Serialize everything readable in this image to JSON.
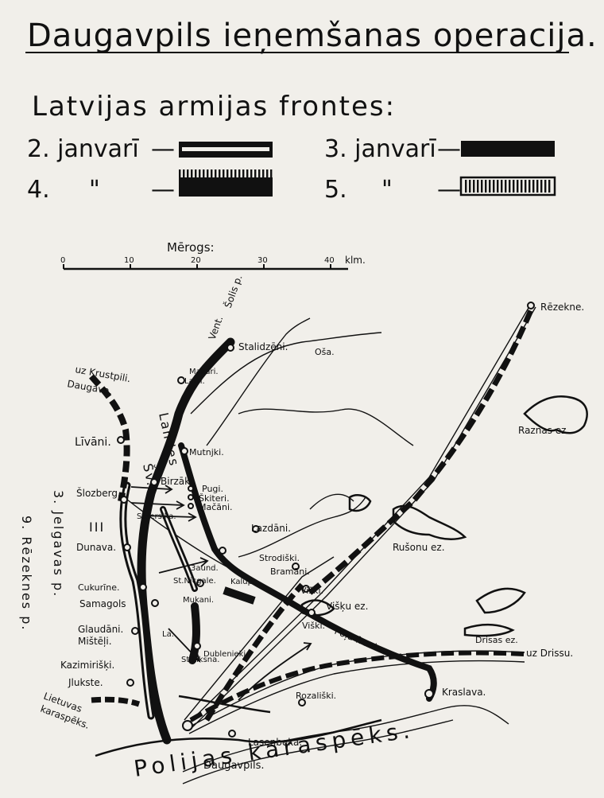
{
  "title": "Daugavpils ieņemšanas operacija.",
  "legend": {
    "heading": "Latvijas armijas frontes:",
    "entries": [
      {
        "date": "2. janvarī",
        "dash": "—"
      },
      {
        "date": "3. janvarī",
        "dash": "—"
      },
      {
        "date": "4.",
        "ditto": "\"",
        "dash": "—"
      },
      {
        "date": "5.",
        "ditto": "\"",
        "dash": "—"
      }
    ]
  },
  "scale": {
    "label": "Mērogs:",
    "ticks": [
      "0",
      "10",
      "20",
      "30",
      "40"
    ],
    "unit": "klm."
  },
  "places": {
    "rezekne": "Rēzekne.",
    "stalidzeni": "Stalidzēni.",
    "makari": "Makari.",
    "latri": "Latri.",
    "osa": "Oša.",
    "uz_krustpili": "uz Krustpili.",
    "daugava": "Daugava.",
    "livani": "Līvāni.",
    "mutnjki": "Mutnjki.",
    "birzaki": "Birzāki.",
    "pugi": "Pugi.",
    "skiteri": "Škiteri.",
    "macani": "Mačāni.",
    "slozberg": "Šlozberg.",
    "st_jersika": "St.Jersika.",
    "lazdani": "Lazdāni.",
    "razna": "Raznas ez.",
    "ruzonu": "Rušonu ez.",
    "strodiski": "Strodiški.",
    "bramani": "Bramāni.",
    "viski": "Viški.",
    "visku_ez": "Višķu ez.",
    "viski2": "Viški.",
    "drisas": "Drisas ez.",
    "uz_drissu": "uz Drissu.",
    "kraslava": "Kraslava.",
    "rozaliski": "Rozališki.",
    "lasenbeka": "Lasenbeka.",
    "daugavpils": "Daugavpils.",
    "dunava": "Dunava.",
    "cukurine": "Cukurīne.",
    "samagols": "Samagols",
    "glaudani": "Glaudāni.",
    "misteli": "Mištēļi.",
    "kazimiriski": "Kazimirišķi.",
    "jlukste": "Jlukste.",
    "saund": "3aund.",
    "nicgale": "St.Nicgale.",
    "kalupe": "Kalupe.",
    "mukani": "Mukani.",
    "dublenieki": "Dublenieki.",
    "st_liksna": "St.Liksna.",
    "la": "La."
  },
  "forces": {
    "landes": "Landes",
    "landes2": "Šv.",
    "vent": "Vent.",
    "vent2": "Šolis p.",
    "rezeknes": "9. Rēzeknes p.",
    "jelgavas": "3. Jelgavas p.",
    "roman": "III",
    "lietuvas": "Lietuvas",
    "karaspeks": "karaspēks.",
    "polu_frontes": "Poļu fronte.",
    "polijas": "Polijas karaspēks."
  },
  "colors": {
    "paper": "#f1efea",
    "ink": "#111111"
  }
}
